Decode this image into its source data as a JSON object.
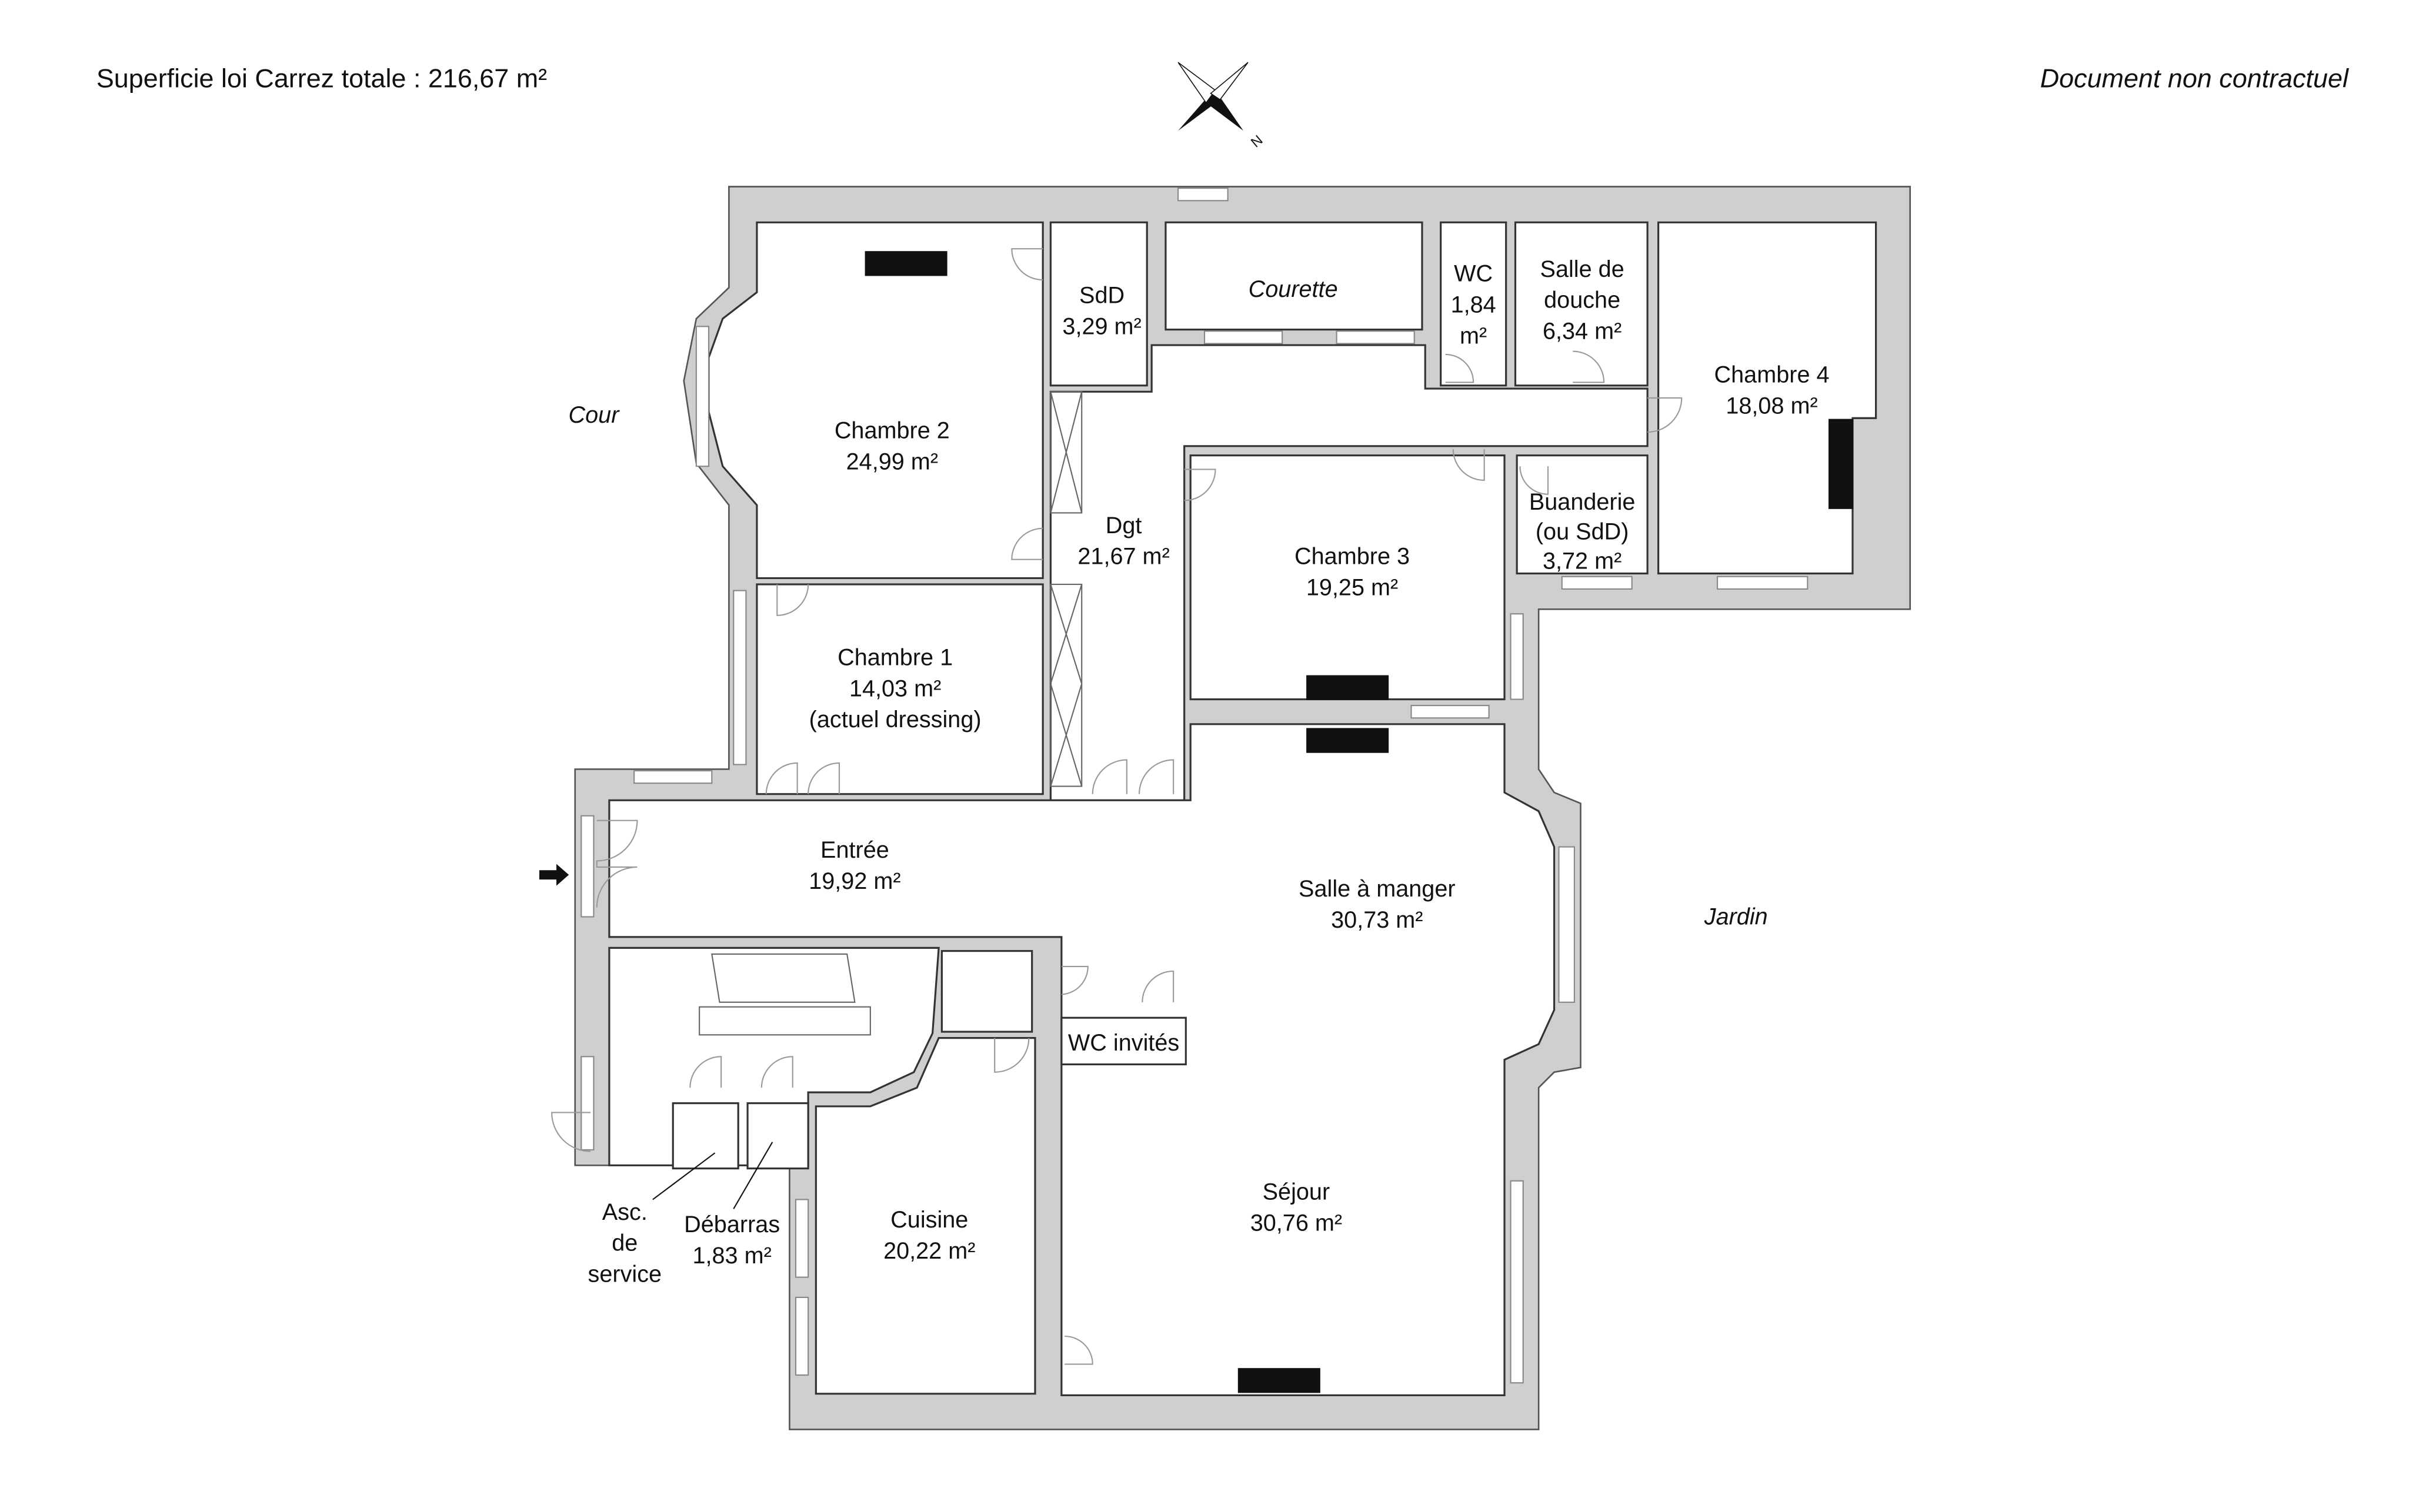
{
  "header": {
    "total_area": "Superficie loi Carrez totale :  216,67 m²",
    "disclaimer": "Document non contractuel",
    "compass_north": "N"
  },
  "outside": {
    "cour": "Cour",
    "courette": "Courette",
    "jardin": "Jardin"
  },
  "rooms": {
    "chambre2": {
      "name": "Chambre 2",
      "area": "24,99 m²"
    },
    "sdd": {
      "name": "SdD",
      "area": "3,29 m²"
    },
    "wc": {
      "name": "WC",
      "area_1": "1,84",
      "area_2": "m²"
    },
    "salle_douche": {
      "name_1": "Salle de",
      "name_2": "douche",
      "area": "6,34 m²"
    },
    "chambre4": {
      "name": "Chambre 4",
      "area": "18,08 m²"
    },
    "dgt": {
      "name": "Dgt",
      "area": "21,67 m²"
    },
    "chambre3": {
      "name": "Chambre 3",
      "area": "19,25 m²"
    },
    "buanderie": {
      "name_1": "Buanderie",
      "name_2": "(ou SdD)",
      "area": "3,72 m²"
    },
    "chambre1": {
      "name": "Chambre 1",
      "area": "14,03 m²",
      "note": "(actuel dressing)"
    },
    "entree": {
      "name": "Entrée",
      "area": "19,92 m²"
    },
    "salle_manger": {
      "name": "Salle à manger",
      "area": "30,73 m²"
    },
    "wc_invites": {
      "name": "WC invités"
    },
    "sejour": {
      "name": "Séjour",
      "area": "30,76 m²"
    },
    "cuisine": {
      "name": "Cuisine",
      "area": "20,22 m²"
    },
    "debarras": {
      "name": "Débarras",
      "area": "1,83 m²"
    },
    "ascenseur": {
      "name_1": "Asc.",
      "name_2": "de",
      "name_3": "service"
    }
  }
}
